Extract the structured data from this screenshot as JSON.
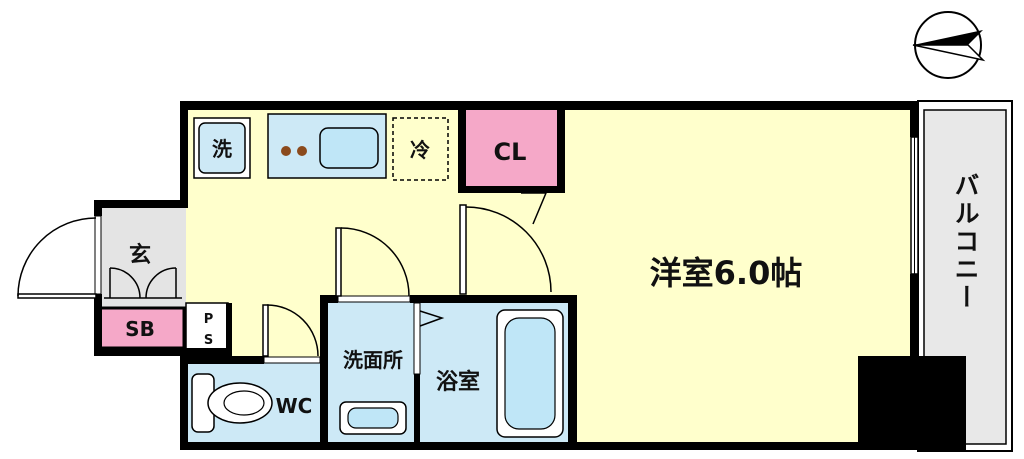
{
  "floor_plan": {
    "labels": {
      "washer": "洗",
      "fridge": "冷",
      "closet": "CL",
      "entrance": "玄",
      "shoe_box": "SB",
      "pipe_space": "PS",
      "toilet": "WC",
      "washroom": "洗面所",
      "bathroom": "浴室",
      "western_room": "洋室6.0帖",
      "balcony": "バルコニー"
    },
    "icons": {
      "compass": "compass-icon",
      "north_arrow": "north-arrow-icon",
      "toilet": "toilet-icon",
      "sink": "sink-icon",
      "bathtub": "bathtub-icon",
      "stove": "stove-burner-icon"
    }
  },
  "colors": {
    "floor_yellow": "#ffffcc",
    "wet_area_blue": "#cde9f6",
    "closet_pink": "#f5a8c8",
    "entrance_gray": "#e4e4e4",
    "balcony_gray": "#e8e8e8",
    "burner_brown": "#8b4a1c",
    "wall_black": "#000000"
  }
}
